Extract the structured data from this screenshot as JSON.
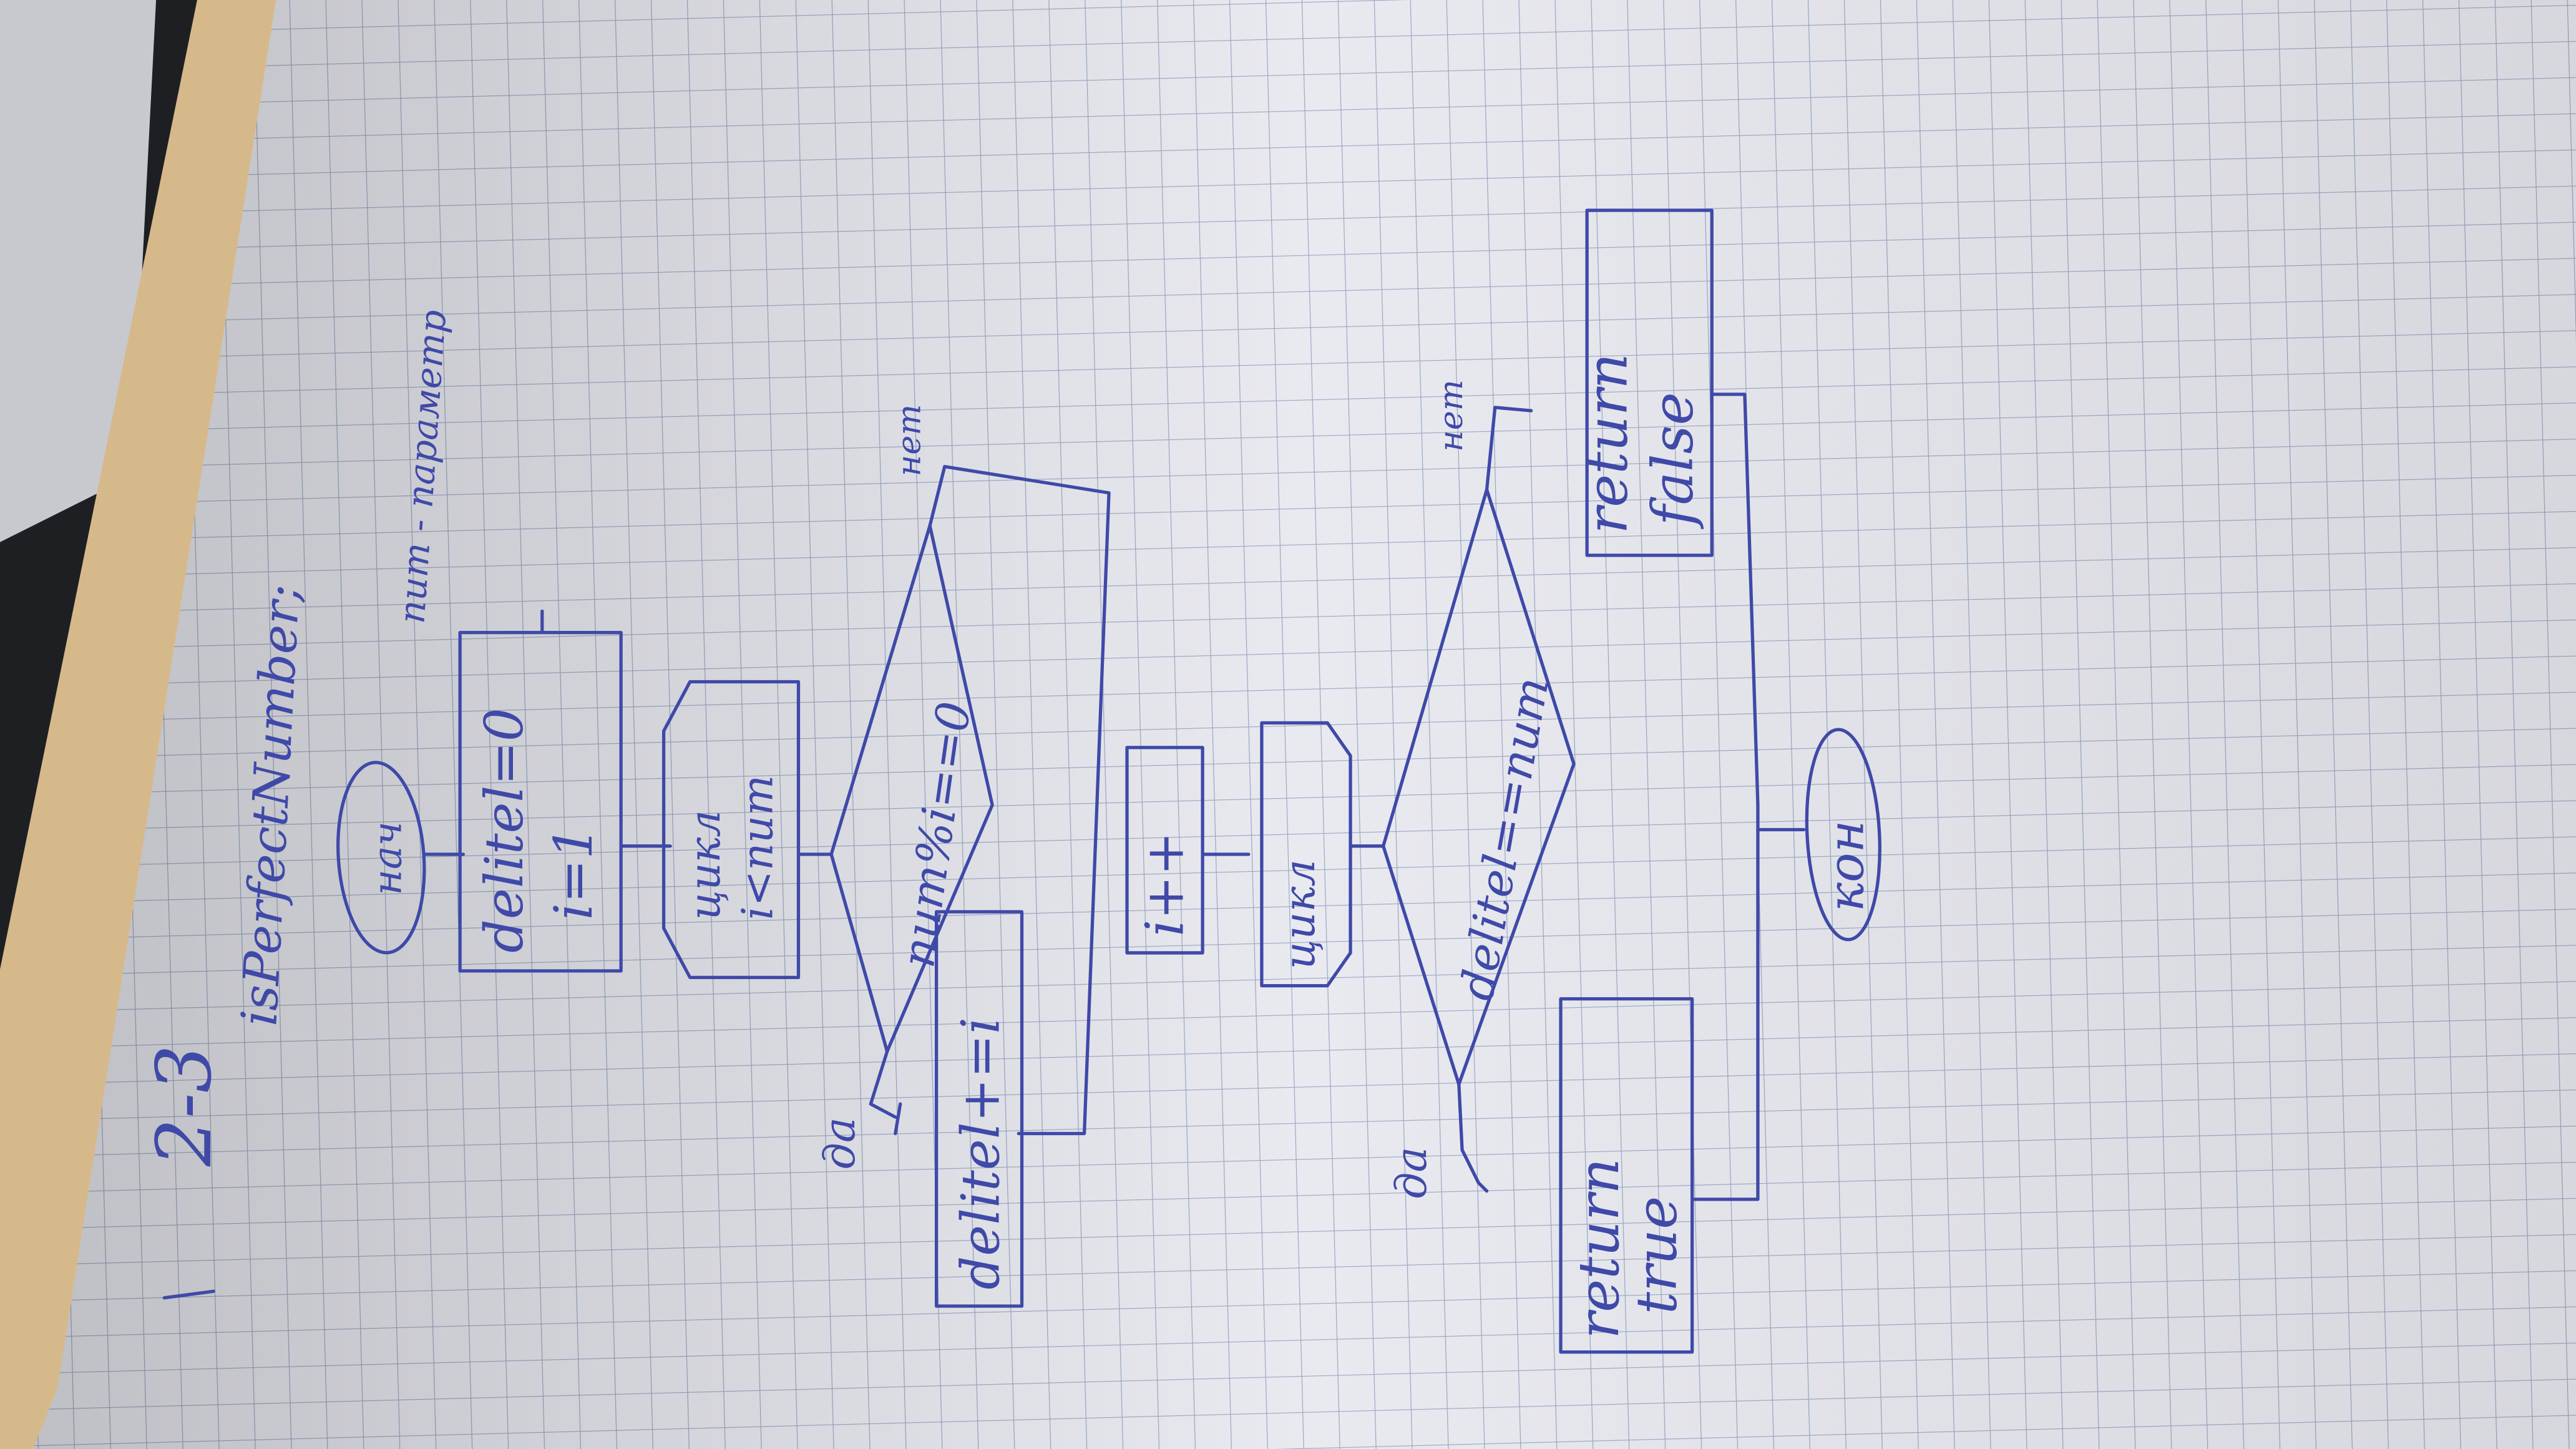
{
  "colors": {
    "ink": "#3f49a8",
    "paper": "#e9eaf0",
    "grid": "#9aa6c4",
    "desk_dark": "#1e1f22",
    "folder_tan": "#d6b98b"
  },
  "icons": [
    "pen-ink-strokes",
    "grid-paper"
  ],
  "page": {
    "heading_number": "2-3",
    "function_name": "isPerfectNumber;",
    "param_note": "num - параметр"
  },
  "flowchart": {
    "start_label": "нач",
    "init_box": [
      "delitel=0",
      "i=1"
    ],
    "loop_start": [
      "цикл",
      "i<num"
    ],
    "cond1": "num%i==0",
    "cond1_yes": "да",
    "cond1_no": "нет",
    "add_box": "delitel+=i",
    "inc_box": "i++",
    "loop_end": "цикл",
    "cond2": "delitel==num",
    "cond2_yes": "да",
    "cond2_no": "нет",
    "ret_true": [
      "return",
      "true"
    ],
    "ret_false": [
      "return",
      "false"
    ],
    "end_label": "кон"
  }
}
